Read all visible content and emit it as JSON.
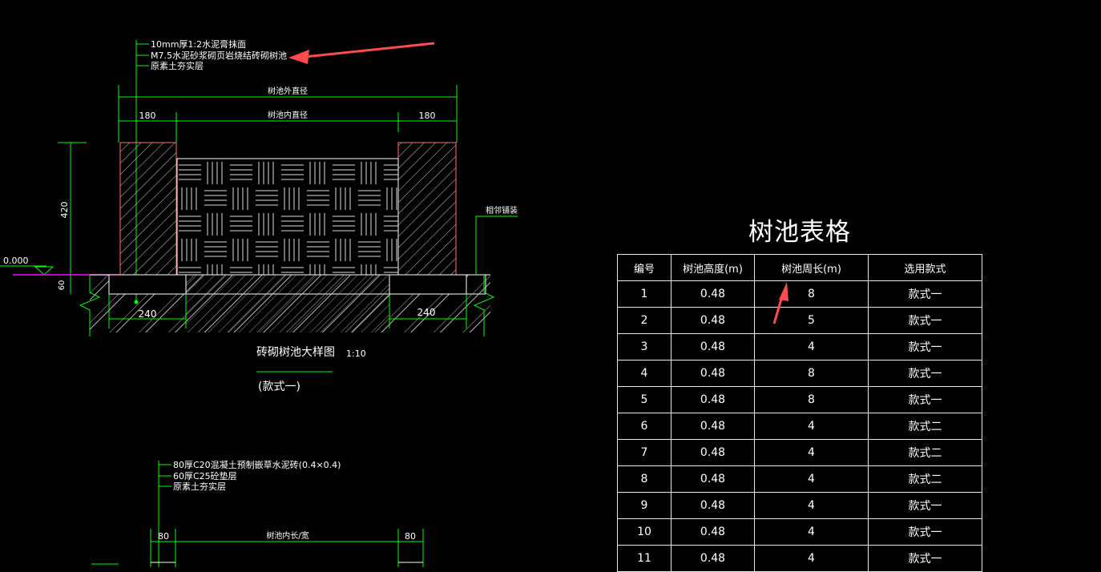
{
  "detail1": {
    "notes": [
      "10mm厚1:2水泥膏抹面",
      "M7.5水泥砂浆砌页岩烧结砖砌树池",
      "原素土夯实层"
    ],
    "outer_diameter_label": "树池外直径",
    "inner_diameter_label": "树池内直径",
    "dim_wall_left": "180",
    "dim_wall_right": "180",
    "dim_height": "420",
    "dim_base": "60",
    "elevation": "0.000",
    "dim_foot_left": "240",
    "dim_foot_right": "240",
    "paving_note": "相邻铺装",
    "title": "砖砌树池大样图",
    "scale": "1:10",
    "subtitle": "(款式一)"
  },
  "detail2": {
    "notes": [
      "80厚C20混凝土预制嵌草水泥砖(0.4×0.4)",
      "60厚C25砼垫层",
      "原素土夯实层"
    ],
    "dim_left": "80",
    "dim_right": "80",
    "inner_label": "树池内长/宽"
  },
  "table": {
    "title": "树池表格",
    "headers": [
      "编号",
      "树池高度(m)",
      "树池周长(m)",
      "选用款式"
    ],
    "rows": [
      [
        "1",
        "0.48",
        "8",
        "款式一"
      ],
      [
        "2",
        "0.48",
        "5",
        "款式一"
      ],
      [
        "3",
        "0.48",
        "4",
        "款式一"
      ],
      [
        "4",
        "0.48",
        "8",
        "款式一"
      ],
      [
        "5",
        "0.48",
        "8",
        "款式一"
      ],
      [
        "6",
        "0.48",
        "4",
        "款式二"
      ],
      [
        "7",
        "0.48",
        "4",
        "款式二"
      ],
      [
        "8",
        "0.48",
        "4",
        "款式二"
      ],
      [
        "9",
        "0.48",
        "4",
        "款式一"
      ],
      [
        "10",
        "0.48",
        "4",
        "款式一"
      ],
      [
        "11",
        "0.48",
        "4",
        "款式一"
      ]
    ]
  },
  "colors": {
    "dim": "#00ff00",
    "line": "#ffffff",
    "arrow": "#ff4d4d",
    "ground": "#ff00ff"
  }
}
